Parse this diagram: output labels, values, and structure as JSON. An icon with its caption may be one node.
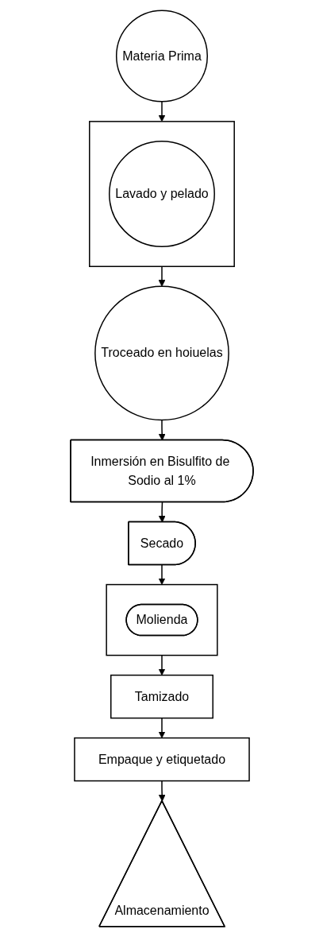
{
  "diagram": {
    "nodes": [
      {
        "text": [
          "Materia Prima"
        ]
      },
      {
        "text": [],
        "shape": "box"
      },
      {
        "text": [
          "Lavado y pelado"
        ],
        "in": 1
      },
      {
        "text": [
          "Troceado en hoiuelas"
        ]
      },
      {
        "text": [
          "Inmersión en Bisulfito de Sodio al 1%"
        ]
      },
      {
        "text": [
          "Secado"
        ]
      },
      {
        "text": [],
        "shape": "box"
      },
      {
        "text": [
          "Molienda"
        ],
        "in": 6
      },
      {
        "text": [
          "Tamizado"
        ]
      },
      {
        "text": [
          "Empaque y etiquetado"
        ]
      },
      {
        "text": [
          "Almacenamiento"
        ]
      }
    ],
    "edges": [
      {
        "from": 0,
        "to": 1,
        "arrow": "to"
      },
      {
        "from": 1,
        "to": 3,
        "arrow": "to"
      },
      {
        "from": 3,
        "to": 4,
        "arrow": "to"
      },
      {
        "from": 4,
        "to": 5,
        "arrow": "to"
      },
      {
        "from": 5,
        "to": 6,
        "arrow": "to"
      },
      {
        "from": 6,
        "to": 8,
        "arrow": "to"
      },
      {
        "from": 8,
        "to": 9,
        "arrow": "to"
      },
      {
        "from": 9,
        "to": 10,
        "arrow": "to"
      }
    ]
  }
}
